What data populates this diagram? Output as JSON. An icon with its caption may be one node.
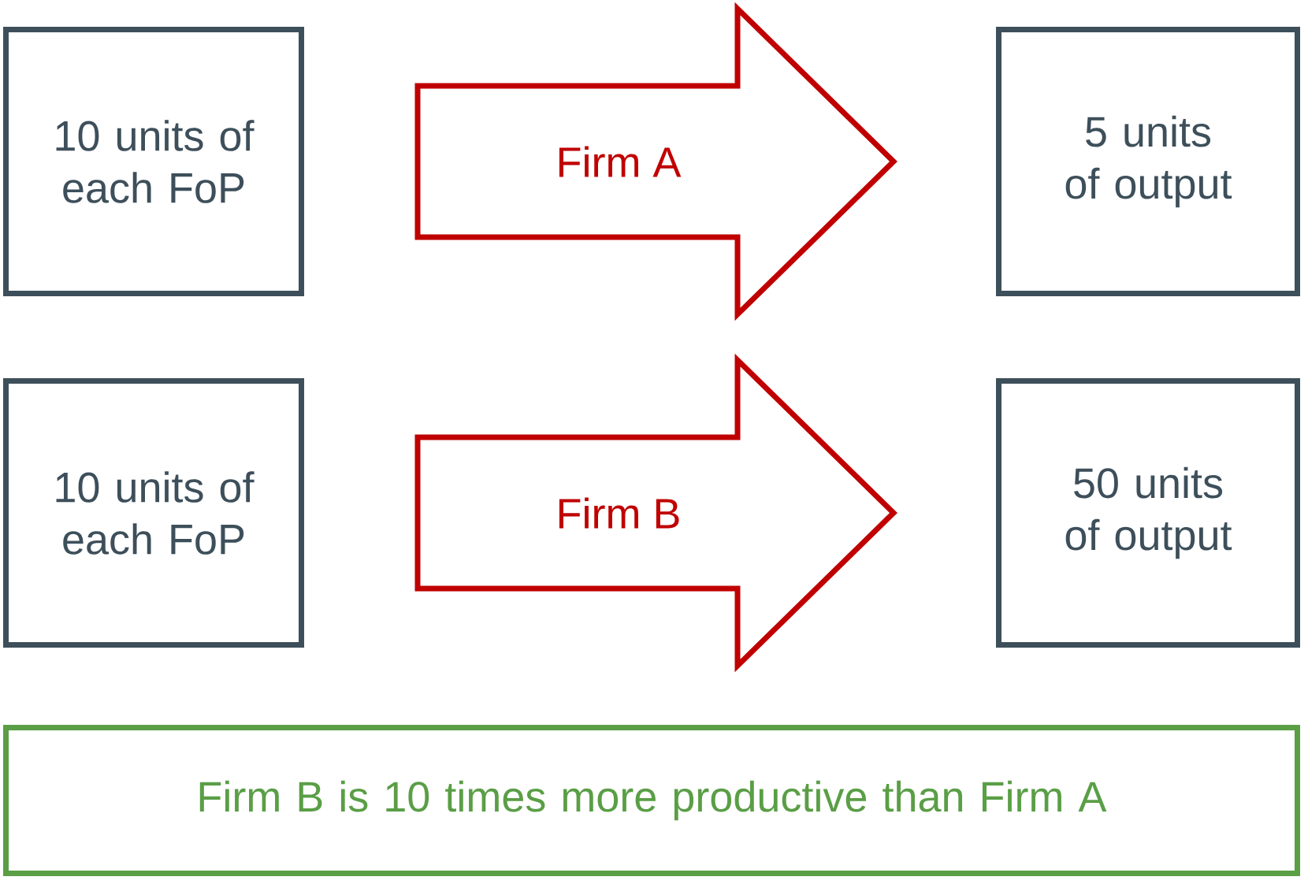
{
  "diagram": {
    "nodes": [
      {
        "text": [
          "10 units of each FoP"
        ]
      },
      {
        "text": [
          "5 units of output"
        ]
      },
      {
        "text": [
          "10 units of each FoP"
        ]
      },
      {
        "text": [
          "50 units of output"
        ]
      },
      {
        "text": [
          "Firm B is 10 times more productive than Firm A"
        ]
      }
    ],
    "edges": [
      {
        "from": 0,
        "to": 1,
        "arrow": "to",
        "label": "Firm A",
        "color": "#c00000"
      },
      {
        "from": 2,
        "to": 3,
        "arrow": "to",
        "label": "Firm B",
        "color": "#c00000"
      }
    ]
  }
}
